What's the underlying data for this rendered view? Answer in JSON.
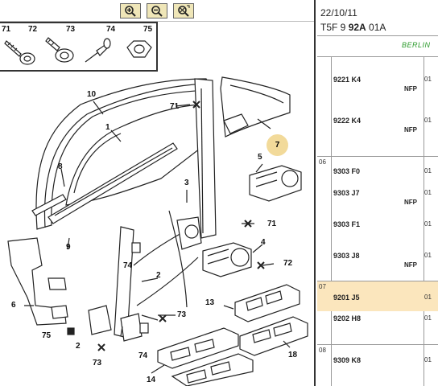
{
  "toolbar": {
    "zoom_in": "zoom-in-icon",
    "zoom_out": "zoom-out-icon",
    "zoom_fit": "zoom-fit-icon"
  },
  "fasteners": [
    {
      "num": "71"
    },
    {
      "num": "72"
    },
    {
      "num": "73"
    },
    {
      "num": "74"
    },
    {
      "num": "75"
    }
  ],
  "callouts": {
    "c1": "1",
    "c2a": "2",
    "c2b": "2",
    "c3": "3",
    "c4": "4",
    "c5": "5",
    "c6": "6",
    "c7": "7",
    "c8": "8",
    "c9": "9",
    "c10": "10",
    "c13": "13",
    "c14": "14",
    "c18": "18",
    "c71a": "71",
    "c71b": "71",
    "c72": "72",
    "c73a": "73",
    "c73b": "73",
    "c74a": "74",
    "c74b": "74",
    "c75": "75"
  },
  "header": {
    "date": "22/10/11",
    "code_pre": "T5F 9 ",
    "code_bold": "92A",
    "code_post": " 01A",
    "model": "BERLIN"
  },
  "rows": [
    {
      "code": "9221 K4",
      "nfp": "NFP",
      "qty": "01"
    },
    {
      "code": "9222 K4",
      "nfp": "NFP",
      "qty": "01"
    },
    {
      "code": "9303 F0",
      "nfp": "",
      "qty": "01"
    },
    {
      "code": "9303 J7",
      "nfp": "NFP",
      "qty": "01"
    },
    {
      "code": "9303 F1",
      "nfp": "",
      "qty": "01"
    },
    {
      "code": "9303 J8",
      "nfp": "NFP",
      "qty": "01"
    },
    {
      "code": "9201 J5",
      "nfp": "",
      "qty": "01"
    },
    {
      "code": "9202 H8",
      "nfp": "",
      "qty": "01"
    },
    {
      "code": "9309 K8",
      "nfp": "",
      "qty": "01"
    }
  ],
  "groups": {
    "g06": "06",
    "g07": "07",
    "g08": "08"
  },
  "colors": {
    "selected_row": "#fbe6bd",
    "callout_bg": "#f2da9a",
    "model_text": "#2a9a2a"
  }
}
